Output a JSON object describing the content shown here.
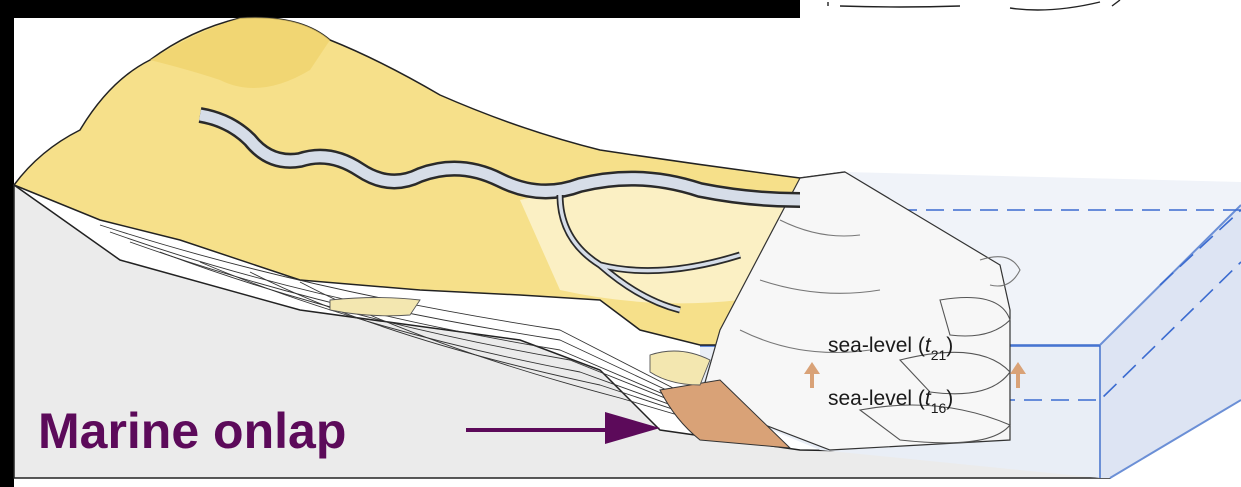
{
  "labels": {
    "sea_level_upper": {
      "prefix": "sea-level (",
      "var": "t",
      "sub": "21",
      "suffix": ")"
    },
    "sea_level_lower": {
      "prefix": "sea-level (",
      "var": "t",
      "sub": "16",
      "suffix": ")"
    },
    "caption": "Marine onlap"
  },
  "colors": {
    "land_yellow": "#f6e08a",
    "land_pale": "#fbf0c4",
    "river_blue": "#d6dde8",
    "water_block": "#e9eef6",
    "water_edge": "#6b8fd6",
    "marine_wedge": "#d9a277",
    "caption_purple": "#5c0a5a",
    "rise_arrow": "#d9a277"
  },
  "icons": {
    "rise_arrow": "up-arrow-icon",
    "pointer_arrow": "right-arrow-icon"
  }
}
